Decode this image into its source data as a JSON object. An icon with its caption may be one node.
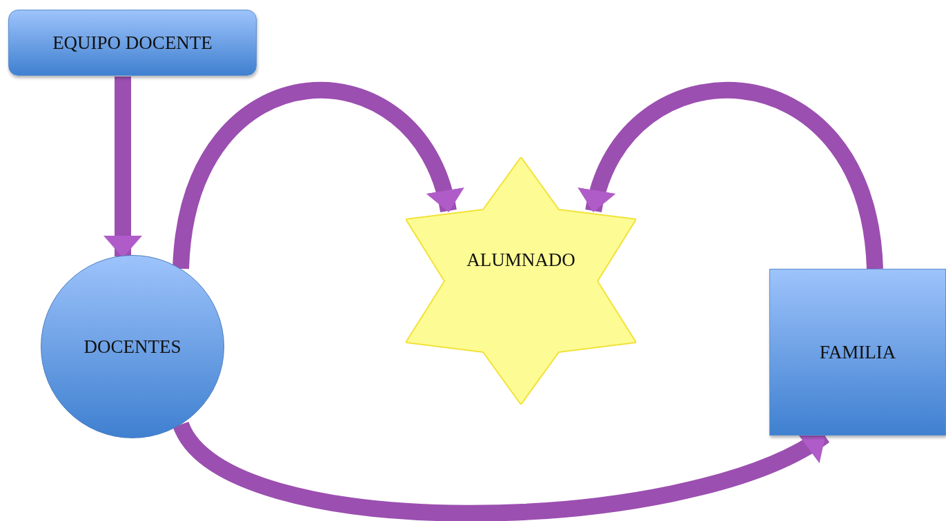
{
  "diagram": {
    "nodes": [
      {
        "text": [
          "EQUIPO DOCENTE"
        ]
      },
      {
        "text": [
          "DOCENTES"
        ]
      },
      {
        "text": [
          "ALUMNADO"
        ]
      },
      {
        "text": [
          "FAMILIA"
        ]
      }
    ],
    "edges": [
      {
        "from": 0,
        "to": 1,
        "arrow": "to"
      },
      {
        "from": 1,
        "to": 2,
        "arrow": "to"
      },
      {
        "from": 3,
        "to": 2,
        "arrow": "to"
      },
      {
        "from": 1,
        "to": 3,
        "arrow": "to"
      }
    ]
  }
}
